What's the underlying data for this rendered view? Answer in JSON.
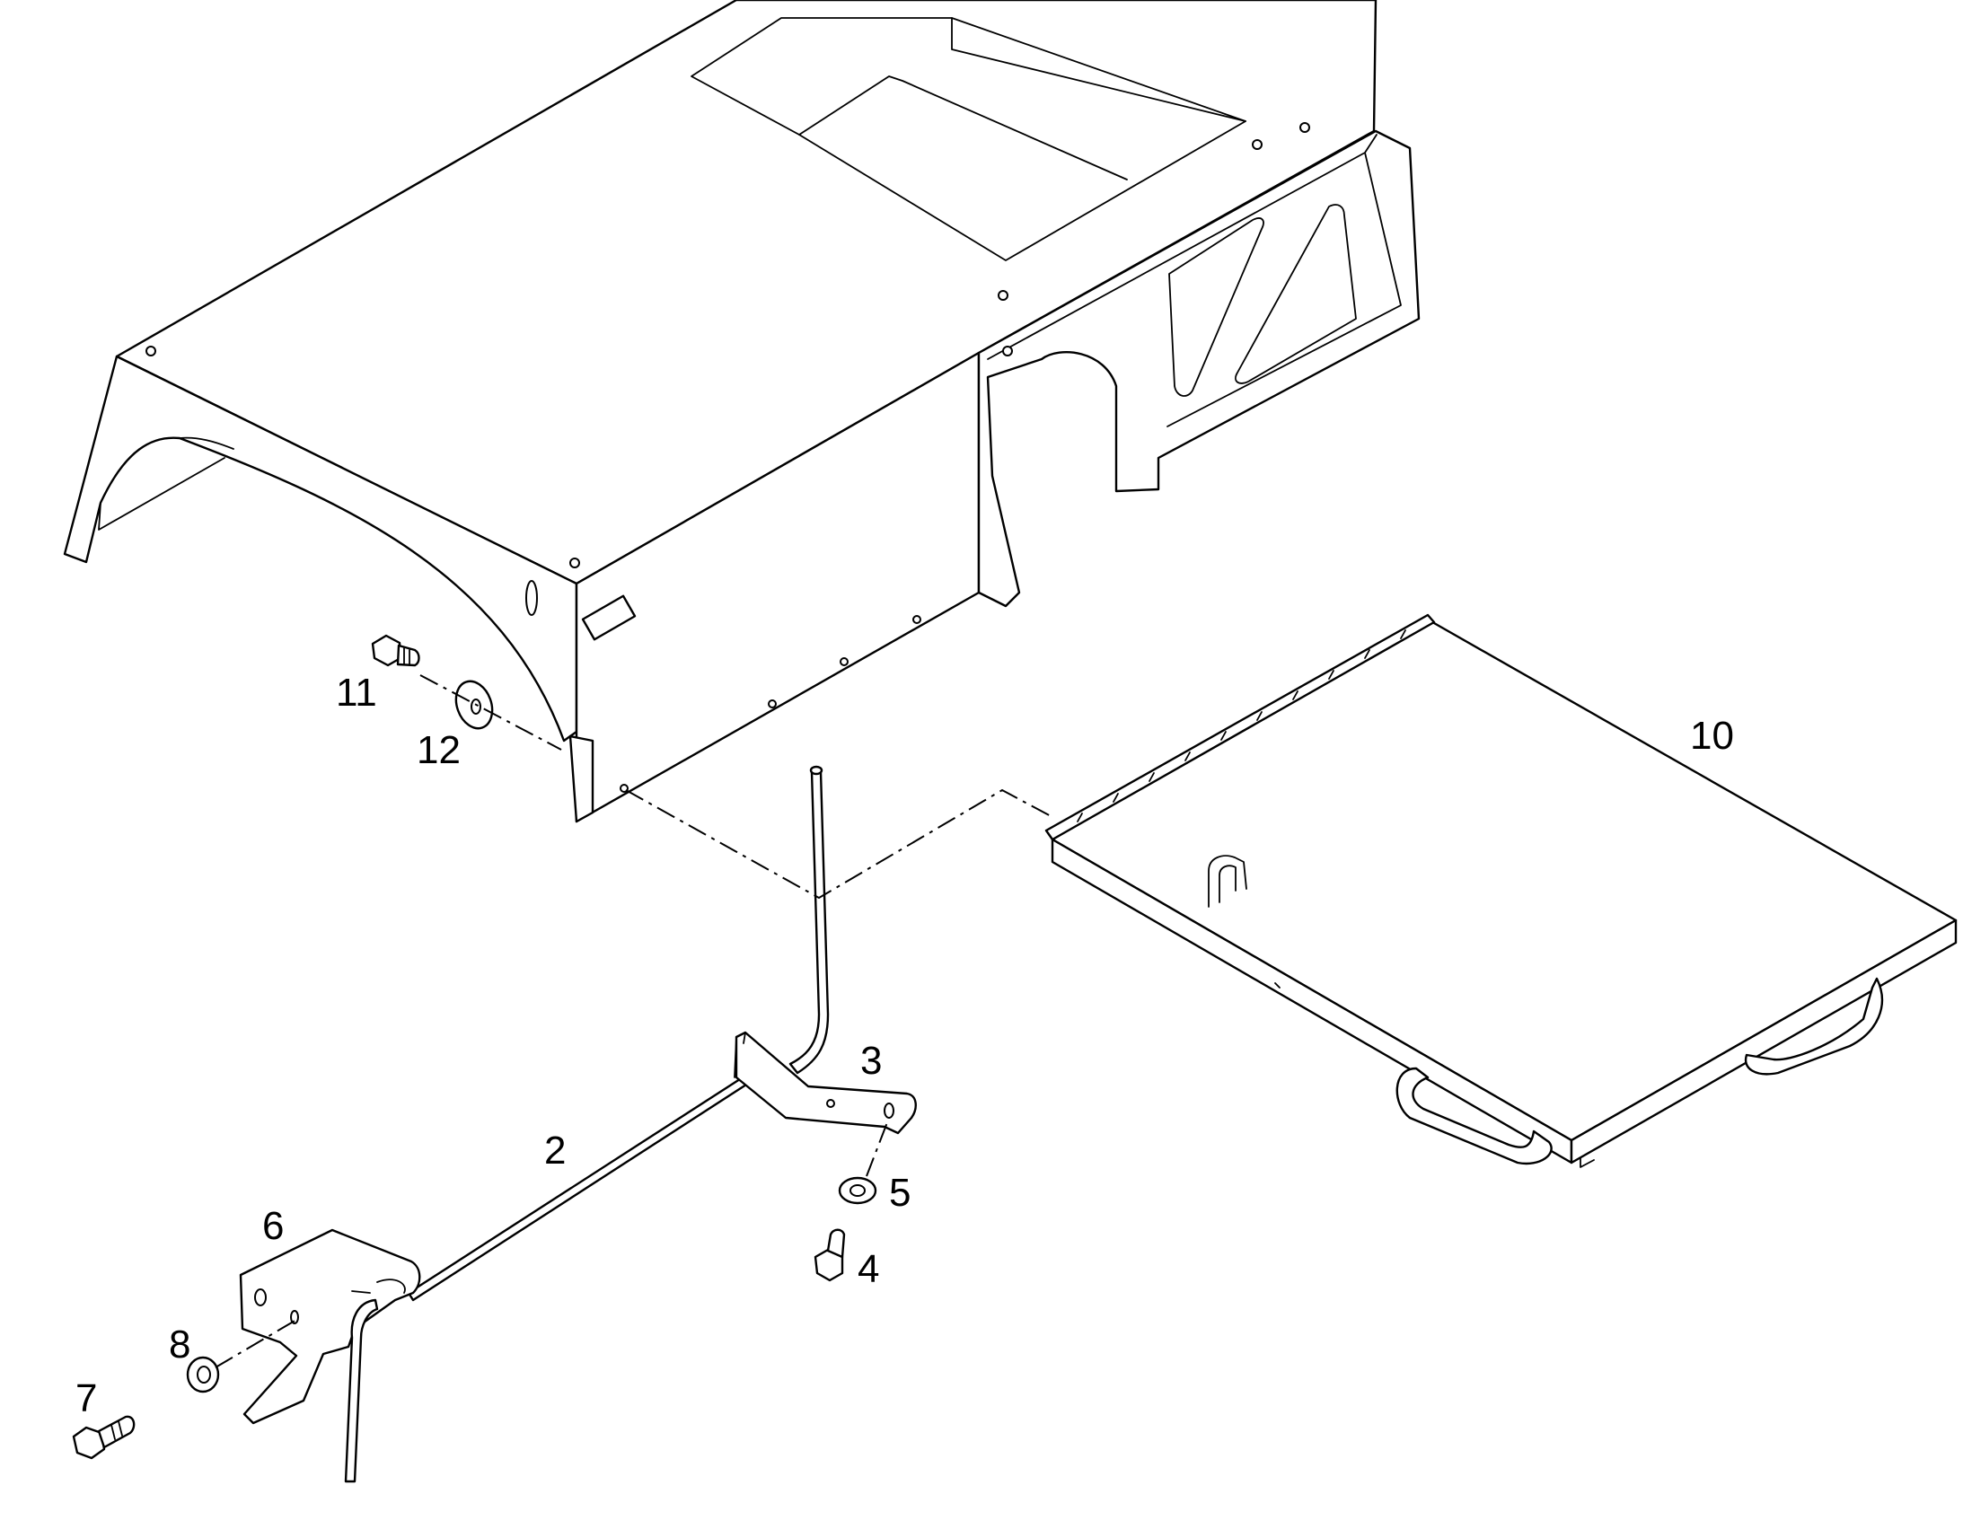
{
  "diagram": {
    "callouts": {
      "c2": "2",
      "c3": "3",
      "c4": "4",
      "c5": "5",
      "c6": "6",
      "c7": "7",
      "c8": "8",
      "c10": "10",
      "c11": "11",
      "c12": "12"
    }
  }
}
